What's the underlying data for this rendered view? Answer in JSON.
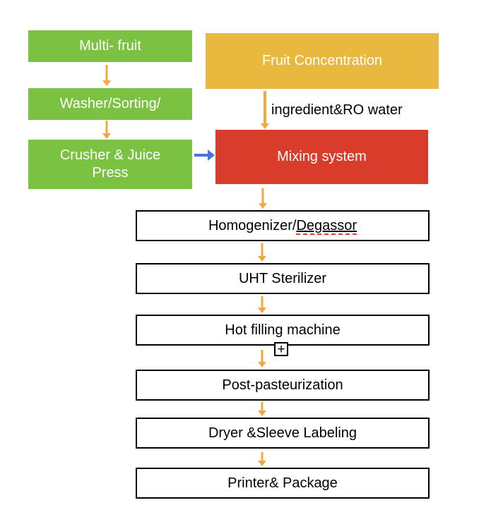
{
  "colors": {
    "green": "#7CC242",
    "yellow": "#E9B93F",
    "red": "#D93C2B",
    "arrow-amber": "#F2A83C",
    "arrow-blue": "#4A73DF",
    "border-black": "#000000",
    "text-white": "#FFFFFF",
    "text-black": "#000000",
    "misspell-red": "#E0392C"
  },
  "nodes": {
    "multi_fruit": "Multi- fruit",
    "washer_sorting": "Washer/Sorting/",
    "crusher_juice_press": "Crusher & Juice Press",
    "fruit_concentration": "Fruit Concentration",
    "mixing_system": "Mixing system",
    "homogenizer_degassor": {
      "prefix": "Homogenizer/",
      "misspelled": "Degassor"
    },
    "uht_sterilizer": "UHT Sterilizer",
    "hot_filling_machine": "Hot filling machine",
    "post_pasteurization": "Post-pasteurization",
    "dryer_sleeve_labeling": "Dryer &Sleeve Labeling",
    "printer_package": "Printer& Package"
  },
  "labels": {
    "ingredient_ro_water": "ingredient&RO water"
  },
  "icons": {
    "plus": "+"
  }
}
